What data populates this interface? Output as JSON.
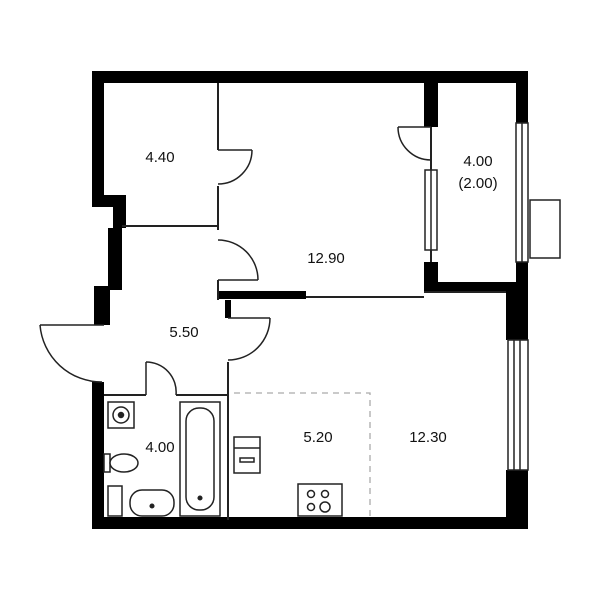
{
  "floor_plan": {
    "rooms": [
      {
        "id": "storage",
        "area": "4.40"
      },
      {
        "id": "bedroom",
        "area": "12.90"
      },
      {
        "id": "balcony",
        "area": "4.00",
        "area_reduced": "(2.00)"
      },
      {
        "id": "hall",
        "area": "5.50"
      },
      {
        "id": "bathroom",
        "area": "4.00"
      },
      {
        "id": "kitchen",
        "area": "5.20"
      },
      {
        "id": "living",
        "area": "12.30"
      }
    ],
    "colors": {
      "wall": "#000000",
      "line": "#222222",
      "background": "#ffffff",
      "dashed": "#aaaaaa"
    }
  }
}
